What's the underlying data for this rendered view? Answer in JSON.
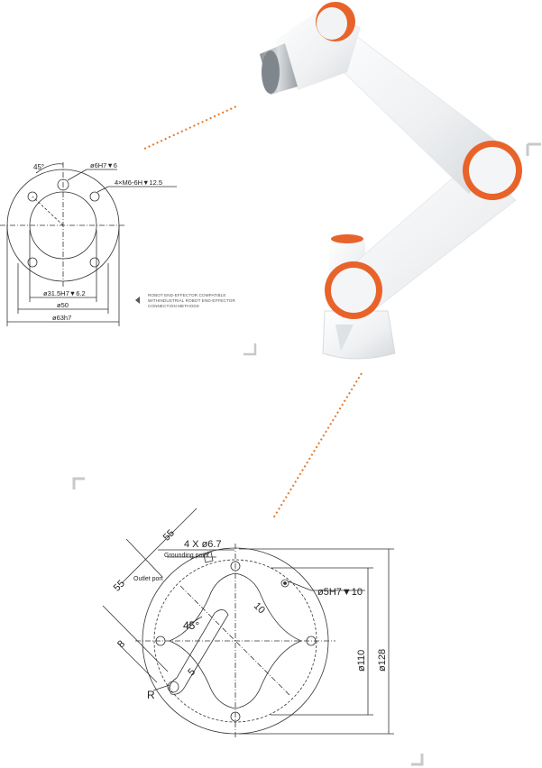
{
  "top_drawing": {
    "angle_label": "45°",
    "hole_label": "ø6H7▼6",
    "thread_label": "4×M6-6H▼12.5",
    "inner_dia_label": "ø31.5H7▼6.2",
    "mid_dia_label": "ø50",
    "outer_dia_label": "ø63h7"
  },
  "caption": {
    "line1": "ROBOT END-EFFECTOR COMPATIBLE",
    "line2": "WITHINDUSTRIAL ROBOT END-EFFECTOR",
    "line3": "CONNECTION METHODS"
  },
  "bottom_drawing": {
    "dim_55_a": "55",
    "dim_55_b": "55",
    "holes_label": "4 X ø6.7",
    "grounding_label": "Grounding point",
    "outlet_label": "Outlet port",
    "pin_label": "ø5H7▼10",
    "dim_10": "10",
    "angle_label": "45°",
    "dim_8": "8",
    "dim_5": "5",
    "radius_label": "R",
    "dia_110": "ø110",
    "dia_128": "ø128"
  },
  "colors": {
    "accent_orange": "#e8632a",
    "dotted_line": "#e07a2e",
    "line": "#333333",
    "robot_body": "#eef0f2"
  }
}
